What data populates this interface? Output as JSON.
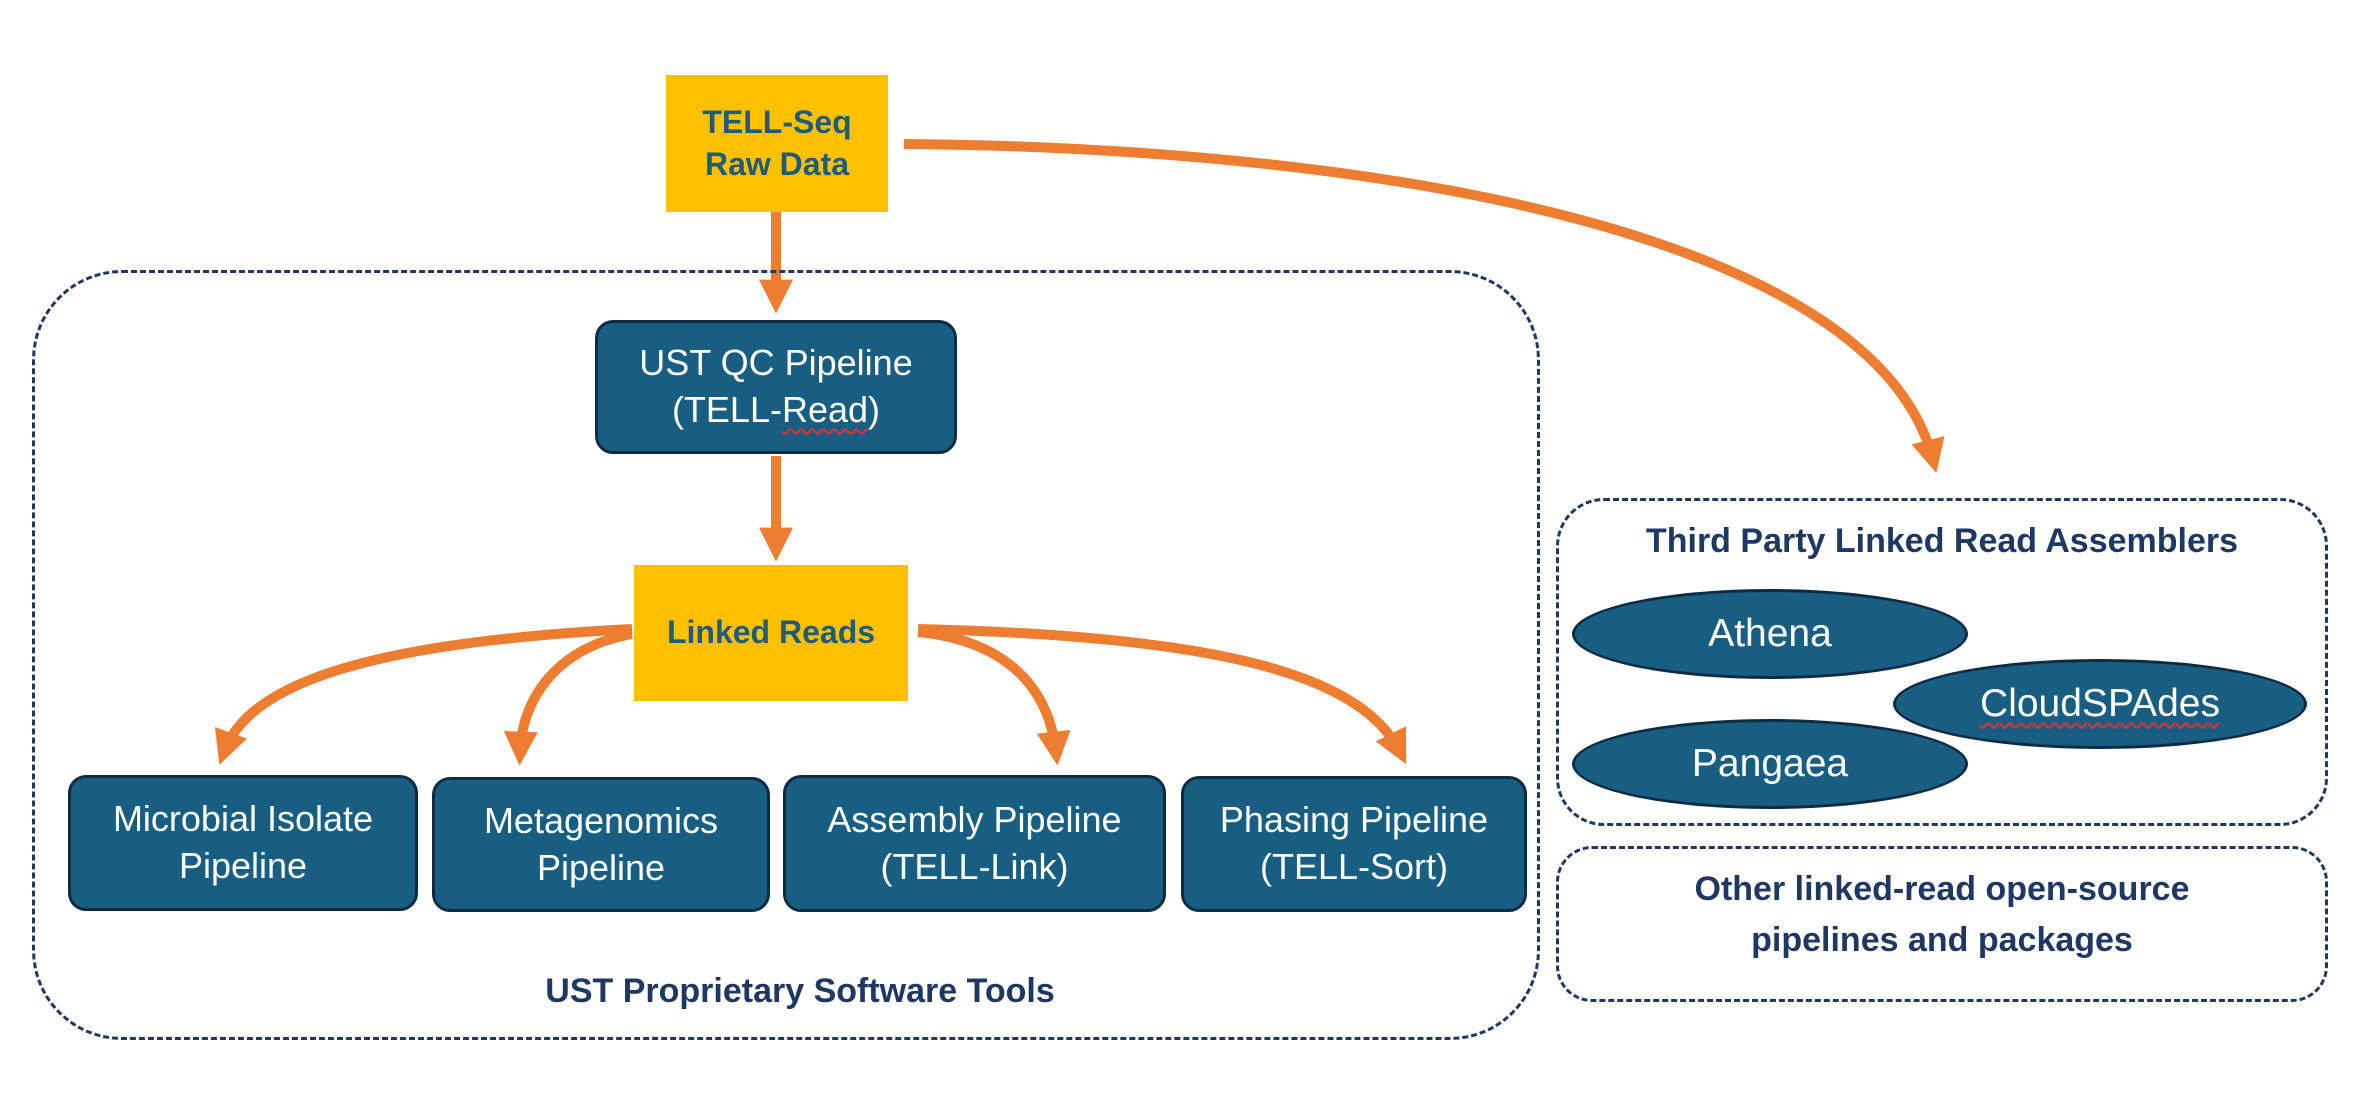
{
  "nodes": {
    "raw_data": {
      "line1": "TELL-Seq",
      "line2": "Raw Data"
    },
    "qc_pipeline": {
      "line1": "UST QC Pipeline",
      "line2_pre": "(TELL-",
      "line2_squiggle": "Read",
      "line2_post": ")"
    },
    "linked_reads": {
      "label": "Linked Reads"
    },
    "microbial": {
      "line1": "Microbial Isolate",
      "line2": "Pipeline"
    },
    "metagenomics": {
      "line1": "Metagenomics",
      "line2": "Pipeline"
    },
    "assembly": {
      "line1": "Assembly Pipeline",
      "line2": "(TELL-Link)"
    },
    "phasing": {
      "line1": "Phasing Pipeline",
      "line2": "(TELL-Sort)"
    }
  },
  "groups": {
    "proprietary": {
      "label": "UST Proprietary Software Tools"
    },
    "third_party": {
      "label": "Third Party Linked Read Assemblers",
      "assemblers": [
        "Athena",
        "CloudSPAdes",
        "Pangaea"
      ]
    },
    "other": {
      "line1": "Other linked-read open-source",
      "line2": "pipelines and packages"
    }
  },
  "colors": {
    "arrow": "#ed7d31",
    "box_fill": "#185e82",
    "box_border": "#0d2b45",
    "highlight_fill": "#ffc000",
    "highlight_text": "#1f5c7a",
    "group_border": "#1f3863"
  }
}
